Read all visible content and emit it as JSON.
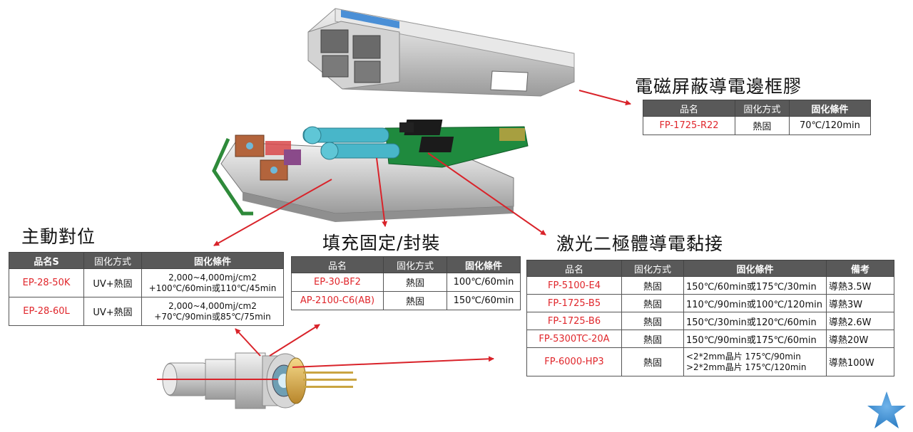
{
  "colors": {
    "arrow": "#d9232a",
    "part_number": "#e0262b",
    "header_bg": "#595959",
    "pcb": "#1f8a3e",
    "fiber_port": "#48b6c9",
    "star": "#3f8fd4"
  },
  "emi_section": {
    "title": "電磁屏蔽導電邊框膠",
    "headers": [
      "品名",
      "固化方式",
      "固化條件"
    ],
    "rows": [
      {
        "part": "FP-1725-R22",
        "cure_method": "熱固",
        "cure_condition": "70℃/120min"
      }
    ]
  },
  "alignment_section": {
    "title": "主動對位",
    "headers": [
      "品名S",
      "固化方式",
      "固化條件"
    ],
    "rows": [
      {
        "part": "EP-28-50K",
        "cure_method": "UV+熱固",
        "cure_line1": "2,000~4,000mj/cm2",
        "cure_line2": "+100℃/60min或110℃/45min"
      },
      {
        "part": "EP-28-60L",
        "cure_method": "UV+熱固",
        "cure_line1": "2,000~4,000mj/cm2",
        "cure_line2": "+70℃/90min或85℃/75min"
      }
    ]
  },
  "fill_section": {
    "title": "填充固定/封裝",
    "headers": [
      "品名",
      "固化方式",
      "固化條件"
    ],
    "rows": [
      {
        "part": "EP-30-BF2",
        "cure_method": "熱固",
        "cure_condition": "100℃/60min"
      },
      {
        "part": "AP-2100-C6(AB)",
        "cure_method": "熱固",
        "cure_condition": "150℃/60min"
      }
    ]
  },
  "laser_section": {
    "title": "激光二極體導電黏接",
    "headers": [
      "品名",
      "固化方式",
      "固化條件",
      "備考"
    ],
    "rows": [
      {
        "part": "FP-5100-E4",
        "cure_method": "熱固",
        "cure_condition": "150℃/60min或175℃/30min",
        "note": "導熱3.5W"
      },
      {
        "part": "FP-1725-B5",
        "cure_method": "熱固",
        "cure_condition": "110℃/90min或100℃/120min",
        "note": "導熱3W"
      },
      {
        "part": "FP-1725-B6",
        "cure_method": "熱固",
        "cure_condition": "150℃/30min或120℃/60min",
        "note": "導熱2.6W"
      },
      {
        "part": "FP-5300TC-20A",
        "cure_method": "熱固",
        "cure_condition": "150℃/90min或175℃/60min",
        "note": "導熱20W"
      }
    ],
    "last_row": {
      "part": "FP-6000-HP3",
      "cure_method": "熱固",
      "cure_line1": "<2*2mm晶片  175℃/90min",
      "cure_line2": ">2*2mm晶片  175℃/120min",
      "note": "導熱100W"
    }
  },
  "icons": [
    "sfp-cage-illustration",
    "sfp-module-illustration",
    "to-can-laser-illustration",
    "star-icon"
  ]
}
